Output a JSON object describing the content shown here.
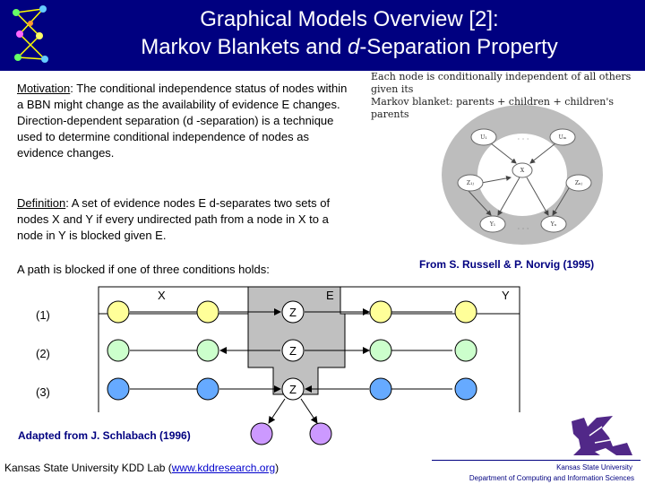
{
  "title": {
    "line1": "Graphical Models Overview [2]:",
    "line2_prefix": "Markov Blankets and ",
    "line2_italic": "d",
    "line2_suffix": "-Separation Property"
  },
  "motivation": {
    "label": "Motivation",
    "text": "The conditional independence status of nodes within a BBN might change as the availability of evidence E changes.  Direction-dependent separation (d -separation) is a technique used to determine conditional independence of nodes as evidence changes."
  },
  "definition": {
    "label": "Definition",
    "text": "A set of evidence nodes E d-separates two sets of nodes X and Y if every undirected path from a node in X to a node in Y is blocked given E."
  },
  "blocked_intro": "A path is blocked if one of three conditions holds:",
  "markov_blanket": {
    "quote_line1": "Each node is conditionally independent of all others given its",
    "quote_line2": "Markov blanket:  parents + children + children's parents",
    "node_labels": [
      "U₁",
      "Uₘ",
      "Z₁ⱼ",
      "Zₙⱼ",
      "X",
      "Y₁",
      "Yₙ"
    ]
  },
  "credit_russell": "From S. Russell & P. Norvig (1995)",
  "diagram": {
    "x_label": "X",
    "e_label": "E",
    "y_label": "Y",
    "z_label": "Z",
    "rows": [
      {
        "label": "(1)",
        "color": "#ffff99",
        "type": "chain"
      },
      {
        "label": "(2)",
        "color": "#ccffcc",
        "type": "fork"
      },
      {
        "label": "(3)",
        "color": "#66aaff",
        "type": "collider"
      }
    ],
    "bottom_node_color": "#cc99ff",
    "evidence_box_color": "#c0c0c0"
  },
  "credit_schlabach": "Adapted from J. Schlabach (1996)",
  "footer": {
    "left_prefix": "Kansas State University KDD Lab (",
    "left_link": "www.kddresearch.org",
    "left_suffix": ")",
    "university": "Kansas State University",
    "department": "Department of Computing and Information Sciences"
  },
  "colors": {
    "title_bg": "#000080",
    "accent": "#000080",
    "ksu_purple": "#512888"
  }
}
